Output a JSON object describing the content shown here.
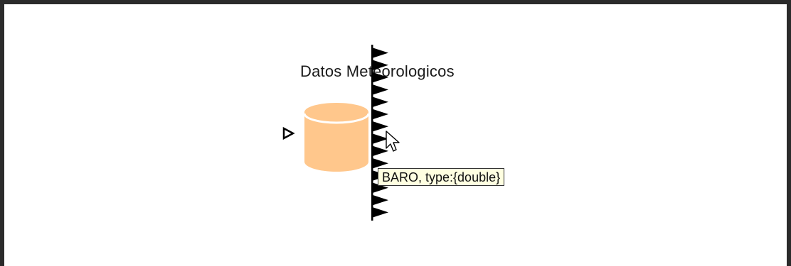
{
  "block": {
    "title": "Datos Meteorologicos",
    "body_color": "#FFC78C",
    "top_color": "#FFD6A8",
    "edge_color": "#FFFFFF"
  },
  "tooltip": {
    "text": "BARO, type:{double}",
    "background": "#FFFFE1"
  },
  "ports": {
    "output_count": 14,
    "input_count": 1
  },
  "icons": {
    "input_port": "hollow-triangle-right",
    "output_port": "filled-triangle-right",
    "cursor": "arrow-pointer"
  }
}
